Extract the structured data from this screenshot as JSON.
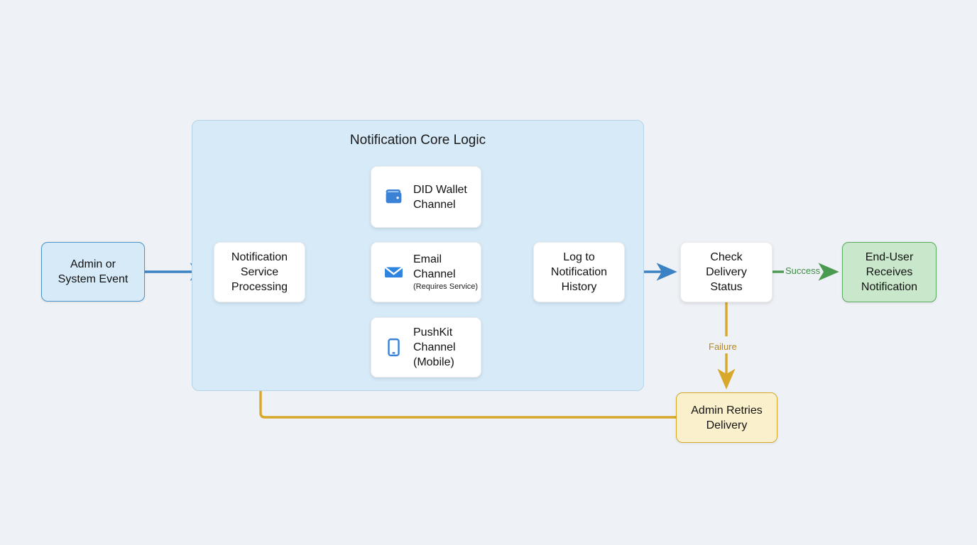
{
  "diagram": {
    "title": "Notification Core Logic",
    "type": "flowchart",
    "background_color": "#eef1f5",
    "cluster": {
      "label": "Notification Core Logic",
      "fill": "#d6eaf8",
      "stroke": "#b6d4e8"
    },
    "nodes": [
      {
        "id": "source",
        "label": "Admin or\nSystem Event",
        "line1": "Admin or",
        "line2": "System Event",
        "style": "blue",
        "fill": "#d6eaf8",
        "stroke": "#4f93c6"
      },
      {
        "id": "process",
        "label": "Notification Service Processing",
        "line1": "Notification",
        "line2": "Service",
        "line3": "Processing",
        "style": "plain",
        "fill": "#ffffff"
      },
      {
        "id": "wallet",
        "label": "DID Wallet Channel",
        "line1": "DID Wallet",
        "line2": "Channel",
        "icon": "wallet-icon",
        "icon_color": "#3b82d6",
        "style": "plain",
        "fill": "#ffffff"
      },
      {
        "id": "email",
        "label": "Email Channel",
        "line1": "Email",
        "line2": "Channel",
        "sub": "(Requires Service)",
        "icon": "envelope-icon",
        "icon_color": "#2f84e0",
        "style": "plain",
        "fill": "#ffffff"
      },
      {
        "id": "push",
        "label": "PushKit Channel (Mobile)",
        "line1": "PushKit",
        "line2": "Channel",
        "line3": "(Mobile)",
        "icon": "mobile-phone-icon",
        "icon_color": "#3b82d6",
        "style": "plain",
        "fill": "#ffffff"
      },
      {
        "id": "log",
        "label": "Log to Notification History",
        "line1": "Log to",
        "line2": "Notification",
        "line3": "History",
        "style": "plain",
        "fill": "#ffffff"
      },
      {
        "id": "check",
        "label": "Check Delivery Status",
        "line1": "Check",
        "line2": "Delivery",
        "line3": "Status",
        "style": "plain",
        "fill": "#ffffff"
      },
      {
        "id": "enduser",
        "label": "End-User Receives Notification",
        "line1": "End-User",
        "line2": "Receives",
        "line3": "Notification",
        "style": "green",
        "fill": "#c9e8cb",
        "stroke": "#5aa95f"
      },
      {
        "id": "retry",
        "label": "Admin Retries Delivery",
        "line1": "Admin Retries",
        "line2": "Delivery",
        "style": "amber",
        "fill": "#fbf0cc",
        "stroke": "#d8a82a"
      }
    ],
    "edges": [
      {
        "from": "source",
        "to": "process",
        "label": "",
        "color": "#3b82c4"
      },
      {
        "from": "process",
        "to": "wallet",
        "label": "",
        "color": "#3b82c4"
      },
      {
        "from": "process",
        "to": "email",
        "label": "",
        "color": "#3b82c4"
      },
      {
        "from": "process",
        "to": "push",
        "label": "",
        "color": "#3b82c4"
      },
      {
        "from": "wallet",
        "to": "log",
        "label": "",
        "color": "#3b82c4"
      },
      {
        "from": "email",
        "to": "log",
        "label": "",
        "color": "#3b82c4"
      },
      {
        "from": "push",
        "to": "log",
        "label": "",
        "color": "#3b82c4"
      },
      {
        "from": "log",
        "to": "check",
        "label": "",
        "color": "#3b82c4"
      },
      {
        "from": "check",
        "to": "enduser",
        "label": "Success",
        "color": "#4a9a50"
      },
      {
        "from": "check",
        "to": "retry",
        "label": "Failure",
        "color": "#d8a82a"
      },
      {
        "from": "retry",
        "to": "process",
        "label": "",
        "color": "#d8a82a"
      }
    ],
    "labels": {
      "success": "Success",
      "failure": "Failure"
    }
  }
}
